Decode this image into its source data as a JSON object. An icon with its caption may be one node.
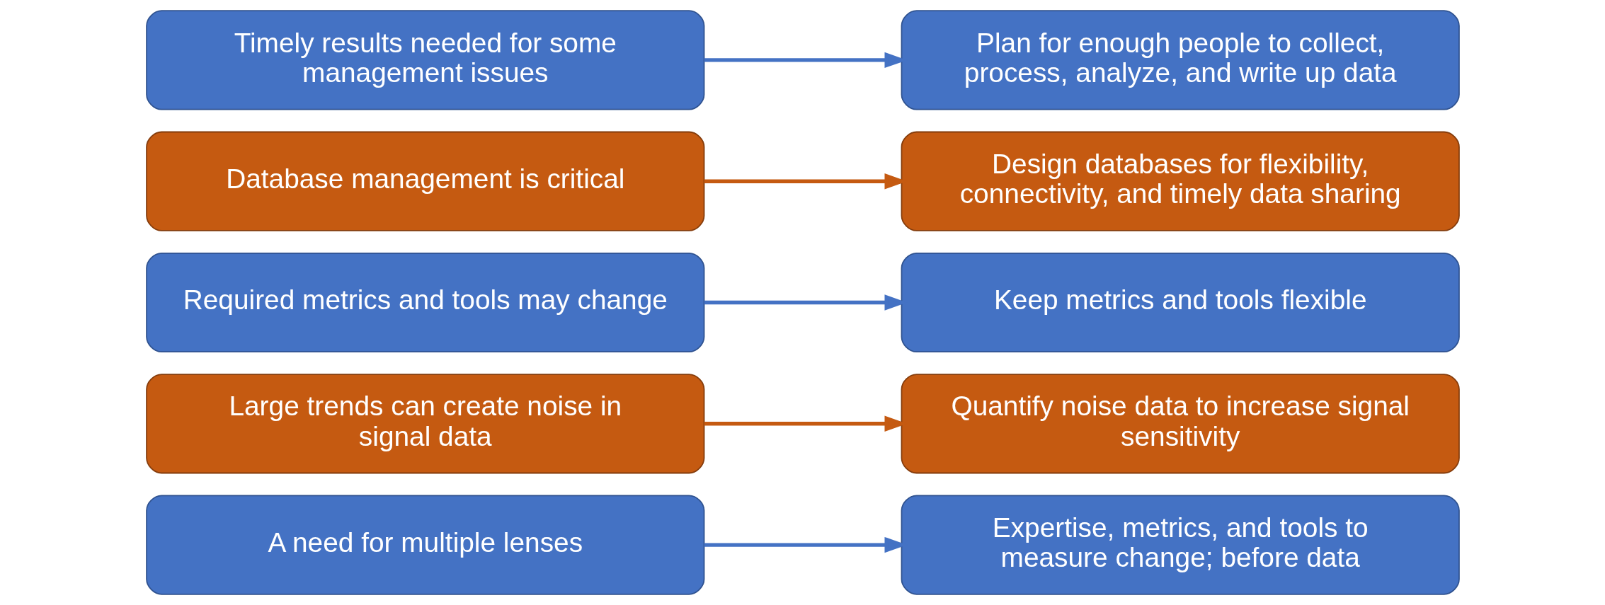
{
  "diagram": {
    "nodes": [
      {
        "text": [
          "A need for multiple lenses"
        ]
      },
      {
        "text": [
          "Expertise, metrics, and tools to measure change; before data"
        ]
      },
      {
        "text": [
          "Large trends can create noise in signal data"
        ]
      },
      {
        "text": [
          "Quantify noise data to increase signal sensitivity"
        ]
      },
      {
        "text": [
          "Required metrics and tools may change"
        ]
      },
      {
        "text": [
          "Keep metrics and tools flexible"
        ]
      },
      {
        "text": [
          "Database management is critical"
        ]
      },
      {
        "text": [
          "Design databases for flexibility, connectivity, and timely data sharing"
        ]
      },
      {
        "text": [
          "Timely results needed for some management issues"
        ]
      },
      {
        "text": [
          "Plan for enough people to collect, process, analyze, and write up data"
        ]
      }
    ],
    "edges": [
      {
        "from": 0,
        "to": 1,
        "arrow": "to"
      },
      {
        "from": 2,
        "to": 3,
        "arrow": "to",
        "color": "#c55a11"
      },
      {
        "from": 4,
        "to": 5,
        "arrow": "to"
      },
      {
        "from": 6,
        "to": 7,
        "arrow": "to",
        "color": "#c55a11"
      },
      {
        "from": 8,
        "to": 9,
        "arrow": "to"
      }
    ]
  }
}
